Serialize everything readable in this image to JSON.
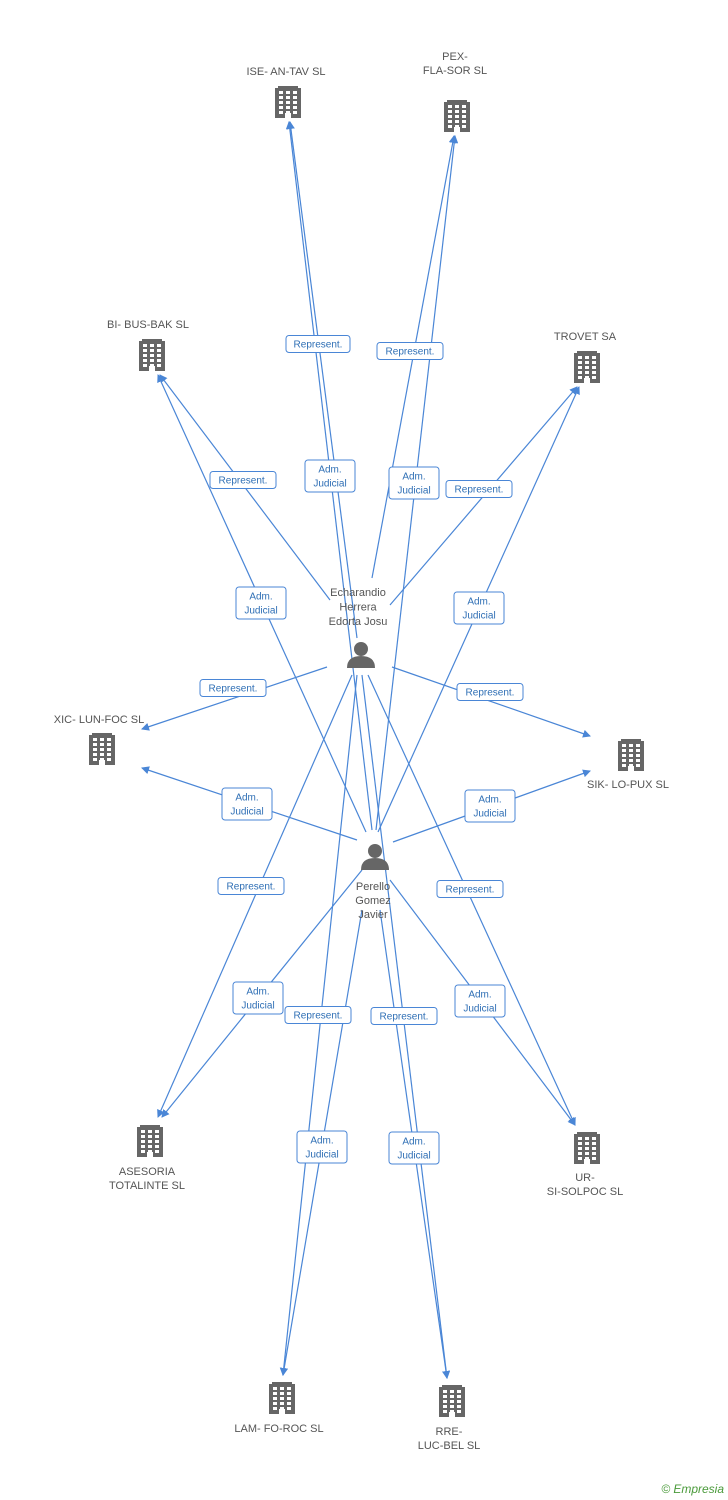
{
  "diagram": {
    "colors": {
      "edge": "#4a86d6",
      "label_border": "#4a86d6",
      "label_text": "#2f6fb5",
      "icon": "#666666",
      "node_text": "#555555"
    },
    "nodes": [
      {
        "id": "person-echarandio",
        "type": "person",
        "lines": [
          "Echarandio",
          "Herrera",
          "Edorta Josu"
        ]
      },
      {
        "id": "person-perello",
        "type": "person",
        "lines": [
          "Perello",
          "Gomez",
          "Javier"
        ]
      },
      {
        "id": "company-ise",
        "type": "company",
        "lines": [
          "ISE- AN-TAV SL"
        ]
      },
      {
        "id": "company-pex",
        "type": "company",
        "lines": [
          "PEX-",
          "FLA-SOR SL"
        ]
      },
      {
        "id": "company-bi",
        "type": "company",
        "lines": [
          "BI- BUS-BAK SL"
        ]
      },
      {
        "id": "company-trovet",
        "type": "company",
        "lines": [
          "TROVET SA"
        ]
      },
      {
        "id": "company-xic",
        "type": "company",
        "lines": [
          "XIC- LUN-FOC SL"
        ]
      },
      {
        "id": "company-sik",
        "type": "company",
        "lines": [
          "SIK- LO-PUX SL"
        ]
      },
      {
        "id": "company-asesoria",
        "type": "company",
        "lines": [
          "ASESORIA",
          "TOTALINTE SL"
        ]
      },
      {
        "id": "company-ur",
        "type": "company",
        "lines": [
          "UR-",
          "SI-SOLPOC SL"
        ]
      },
      {
        "id": "company-lam",
        "type": "company",
        "lines": [
          "LAM- FO-ROC SL"
        ]
      },
      {
        "id": "company-rre",
        "type": "company",
        "lines": [
          "RRE-",
          "LUC-BEL SL"
        ]
      }
    ],
    "edges": [
      {
        "from": "person-echarandio",
        "to": "company-ise",
        "label": [
          "Represent."
        ]
      },
      {
        "from": "person-perello",
        "to": "company-ise",
        "label": [
          "Adm.",
          "Judicial"
        ]
      },
      {
        "from": "person-echarandio",
        "to": "company-pex",
        "label": [
          "Represent."
        ]
      },
      {
        "from": "person-perello",
        "to": "company-pex",
        "label": [
          "Adm.",
          "Judicial"
        ]
      },
      {
        "from": "person-echarandio",
        "to": "company-bi",
        "label": [
          "Represent."
        ]
      },
      {
        "from": "person-perello",
        "to": "company-bi",
        "label": [
          "Adm.",
          "Judicial"
        ]
      },
      {
        "from": "person-echarandio",
        "to": "company-trovet",
        "label": [
          "Represent."
        ]
      },
      {
        "from": "person-perello",
        "to": "company-trovet",
        "label": [
          "Adm.",
          "Judicial"
        ]
      },
      {
        "from": "person-echarandio",
        "to": "company-xic",
        "label": [
          "Represent."
        ]
      },
      {
        "from": "person-perello",
        "to": "company-xic",
        "label": [
          "Adm.",
          "Judicial"
        ]
      },
      {
        "from": "person-echarandio",
        "to": "company-sik",
        "label": [
          "Represent."
        ]
      },
      {
        "from": "person-perello",
        "to": "company-sik",
        "label": [
          "Adm.",
          "Judicial"
        ]
      },
      {
        "from": "person-echarandio",
        "to": "company-asesoria",
        "label": [
          "Represent."
        ]
      },
      {
        "from": "person-perello",
        "to": "company-asesoria",
        "label": [
          "Adm.",
          "Judicial"
        ]
      },
      {
        "from": "person-echarandio",
        "to": "company-ur",
        "label": [
          "Represent."
        ]
      },
      {
        "from": "person-perello",
        "to": "company-ur",
        "label": [
          "Adm.",
          "Judicial"
        ]
      },
      {
        "from": "person-echarandio",
        "to": "company-lam",
        "label": [
          "Adm.",
          "Judicial"
        ]
      },
      {
        "from": "person-perello",
        "to": "company-lam",
        "label": [
          "Represent."
        ]
      },
      {
        "from": "person-echarandio",
        "to": "company-rre",
        "label": [
          "Adm.",
          "Judicial"
        ]
      },
      {
        "from": "person-perello",
        "to": "company-rre",
        "label": [
          "Represent."
        ]
      }
    ]
  },
  "footer": {
    "copyright": "©",
    "brand": "Empresia"
  }
}
